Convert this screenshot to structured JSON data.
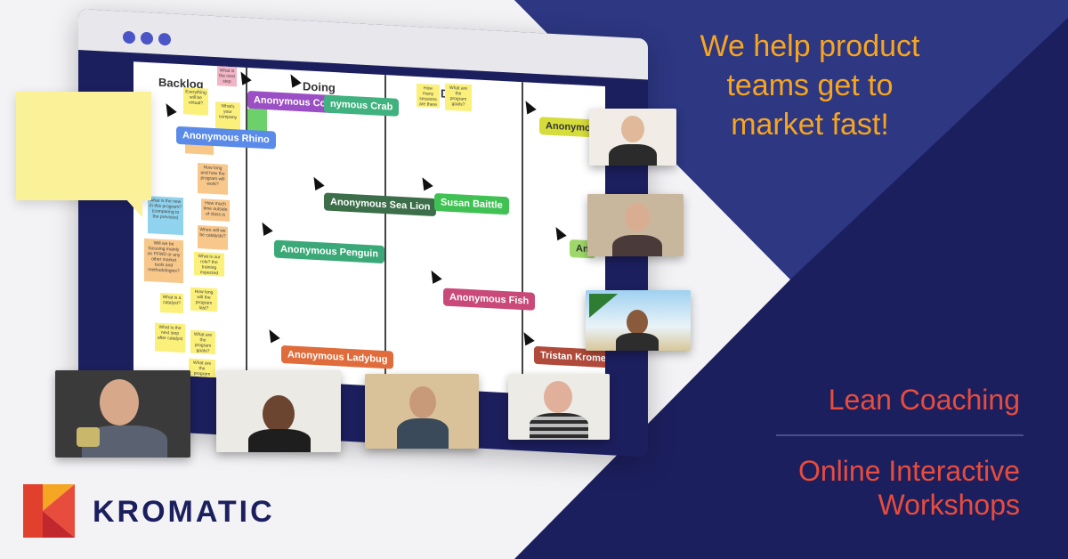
{
  "headline": [
    "We help product",
    "teams get to",
    "market fast!"
  ],
  "services": [
    "Lean Coaching",
    "Online Interactive",
    "Workshops"
  ],
  "brand": {
    "name": "KROMATIC"
  },
  "board": {
    "columns": [
      "Backlog",
      "Doing",
      "Do"
    ],
    "stickies": [
      "Everything will be virtual?",
      "What's your company",
      "about the Program",
      "How long and how the program will work?",
      "How much time outside of class is",
      "When will we be catalysts?",
      "what is the new in this program? (comparing to the previous)",
      "What is our role? the training expected",
      "Will we be focusing mainly on FFWD or any other market tools and methodologies?",
      "How long will the program last?",
      "What is a catalyst?",
      "What is the next step after catalyst",
      "What are the program goals?",
      "How many sessions are there going to be?",
      "What are the program goals?",
      "What is the next step",
      "What are the program goals?"
    ],
    "tags": [
      {
        "label": "Anonymous Cow",
        "color": "#9b4fc4"
      },
      {
        "label": "nymous Crab",
        "color": "#3fb27f"
      },
      {
        "label": "Anonymous Rhino",
        "color": "#5a8be8"
      },
      {
        "label": "Anonymous Sea Lion",
        "color": "#3c6e4a"
      },
      {
        "label": "Susan Baittle",
        "color": "#3fc253"
      },
      {
        "label": "Anonymous Penguin",
        "color": "#3ba878"
      },
      {
        "label": "Anonymous Fish",
        "color": "#c94a78"
      },
      {
        "label": "Anonymous Ladybug",
        "color": "#e06c3c"
      },
      {
        "label": "Anonymou",
        "color": "#d6dc3a"
      },
      {
        "label": "An",
        "color": "#9ed86a"
      },
      {
        "label": "Tristan Krome",
        "color": "#b04a3a"
      }
    ]
  },
  "colors": {
    "navy": "#1c1f5e",
    "headline": "#f7a51f",
    "service": "#e84c3d"
  }
}
